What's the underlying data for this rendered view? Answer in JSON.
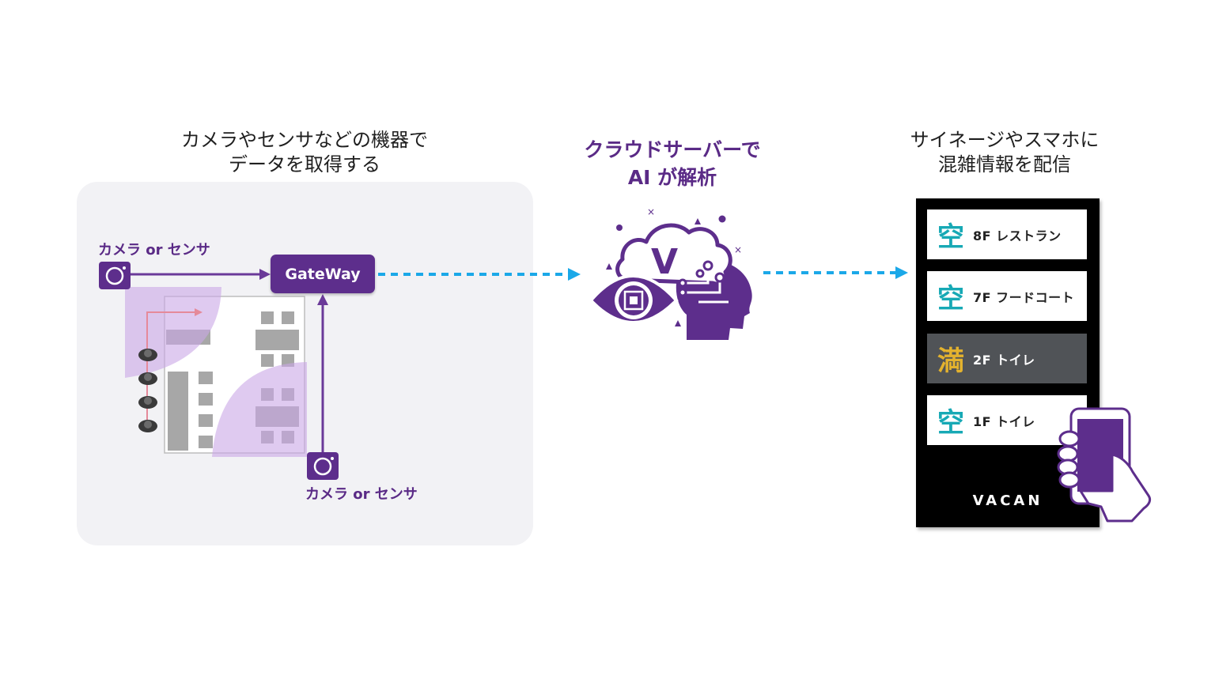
{
  "colors": {
    "purple": "#5d2e8c",
    "purple_text": "#5a2a86",
    "arrow_blue": "#1ba8e8",
    "vacant": "#17a9b5",
    "full": "#e3b22e",
    "panel_bg": "#f2f2f5",
    "full_row_bg": "#505357"
  },
  "left": {
    "caption_line1": "カメラやセンサなどの機器で",
    "caption_line2": "データを取得する",
    "sensor_label_top": "カメラ or センサ",
    "sensor_label_bottom": "カメラ or センサ",
    "gateway_label": "GateWay",
    "icons": [
      "camera-icon",
      "floor-plan-icon",
      "people-icon"
    ]
  },
  "center": {
    "caption_line1": "クラウドサーバーで",
    "caption_line2": "AI が解析",
    "cloud_letter": "V",
    "icons": [
      "cloud-ai-icon",
      "eye-icon",
      "head-icon"
    ]
  },
  "right": {
    "caption_line1": "サイネージやスマホに",
    "caption_line2": "混雑情報を配信",
    "rows": [
      {
        "kanji": "空",
        "place": "8F レストラン",
        "status": "vacant"
      },
      {
        "kanji": "空",
        "place": "7F フードコート",
        "status": "vacant"
      },
      {
        "kanji": "満",
        "place": "2F トイレ",
        "status": "full"
      },
      {
        "kanji": "空",
        "place": "1F トイレ",
        "status": "vacant"
      }
    ],
    "brand": "VACAN",
    "icons": [
      "smartphone-hand-icon"
    ]
  }
}
